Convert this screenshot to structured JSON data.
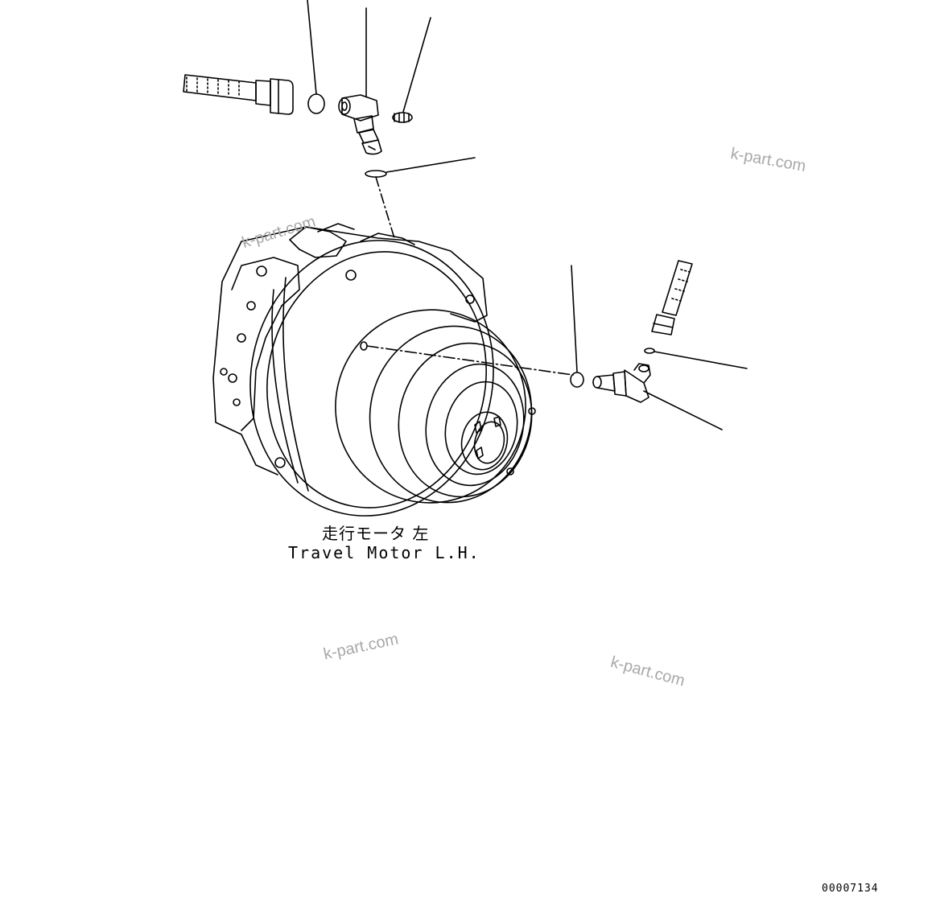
{
  "diagram": {
    "label_jp": "走行モータ 左",
    "label_en": "Travel Motor L.H.",
    "reference_number": "00007134"
  },
  "watermarks": [
    "k-part.com",
    "k-part.com",
    "k-part.com",
    "k-part.com"
  ]
}
